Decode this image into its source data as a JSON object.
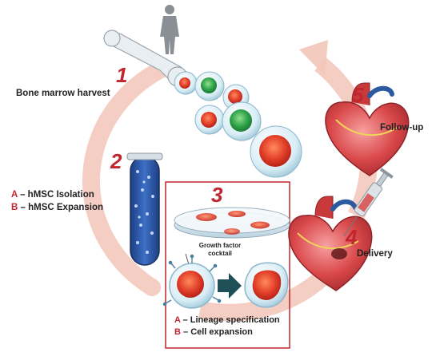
{
  "steps": {
    "s1": {
      "number": "1",
      "label": "Bone marrow harvest"
    },
    "s2": {
      "number": "2",
      "items": [
        {
          "key": "A",
          "text": "– hMSC Isolation"
        },
        {
          "key": "B",
          "text": "– hMSC Expansion"
        }
      ]
    },
    "s3": {
      "number": "3",
      "growth_factor": "Growth factor cocktail",
      "items": [
        {
          "key": "A",
          "text": "– Lineage specification"
        },
        {
          "key": "B",
          "text": "– Cell expansion"
        }
      ]
    },
    "s4": {
      "number": "4",
      "label": "Delivery"
    },
    "s5": {
      "number": "5",
      "label": "Follow-up"
    }
  },
  "colors": {
    "accent": "#c0262d",
    "cycle_arrow": "#f3c6b8",
    "box_border": "#c0262d"
  },
  "icons": [
    "human-figure-icon",
    "femur-bone-icon",
    "test-tube-icon",
    "petri-dish-icon",
    "heart-icon",
    "syringe-icon",
    "stem-cell-icon"
  ]
}
